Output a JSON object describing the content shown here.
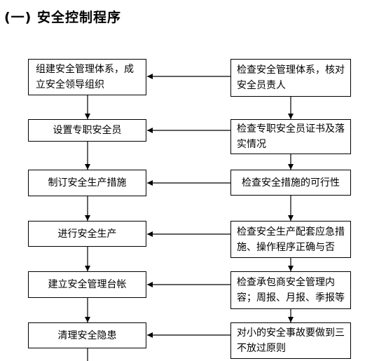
{
  "title": "(一) 安全控制程序",
  "left_steps": [
    "组建安全管理体系，成立安全领导组织",
    "设置专职安全员",
    "制订安全生产措施",
    "进行安全生产",
    "建立安全管理台帐",
    "清理安全隐患"
  ],
  "right_checks": [
    "检查安全管理体系，核对安全员责人",
    "检查专职安全员证书及落实情况",
    "检查安全措施的可行性",
    "检查安全生产配套应急措施、操作程序正确与否",
    "检查承包商安全管理内容；周报、月报、季报等",
    "对小的安全事故要做到三不放过原则"
  ]
}
